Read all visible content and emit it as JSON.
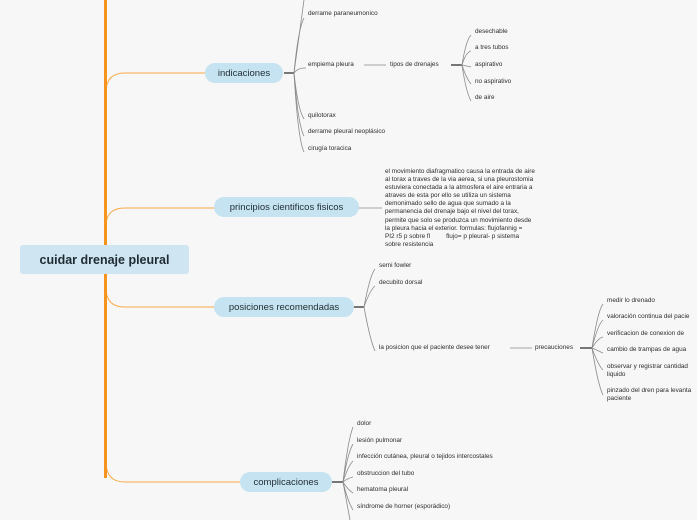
{
  "root": {
    "label": "cuidar drenaje pleural"
  },
  "indicaciones": {
    "label": "indicaciones",
    "items": [
      "derrame paraneumonico",
      "empiema pleura",
      "quilotorax",
      "derrame pleural neoplásico",
      "cirugía toracica"
    ],
    "tipos": {
      "label": "tipos de drenajes",
      "items": [
        "desechable",
        "a tres tubos",
        "aspirativo",
        "no aspirativo",
        "de aire"
      ]
    }
  },
  "principios": {
    "label": "principios cientificos fisicos",
    "text": "el movimiento diafragmatico causa la entrada de aire\nal torax a traves de la via aerea, si una pleurostomia\nestuviera conectada a la atmosfera el aire entraria a\natraves de esta por ello se utiliza un sistema\ndemonimado sello de agua que sumado a la\npermanencia del drenaje bajo el nivel del torax,\npermite que solo se produzca un movimiento desde\nla pleura hacia el exterior. formulas: flujofannig =\nPI2 r5 p sobre fl         flujo= p pleural- p sistema\nsobre resistencia"
  },
  "posiciones": {
    "label": "posiciones recomendadas",
    "items": [
      "semi fowler",
      "decubito dorsal",
      "la posicion que el paciente desee tener"
    ],
    "precauciones": {
      "label": "precauciones",
      "items": [
        "medir lo drenado",
        "valoración continua del pacie",
        "verificacion de conexion de",
        "cambio de trampas de agua",
        "observar y registrar cantidad\nliquido",
        "pinzado del dren para levanta\npaciente"
      ]
    }
  },
  "complicaciones": {
    "label": "complicaciones",
    "items": [
      "dolor",
      "lesión pulmonar",
      "infección cutánea, pleural o tejidos intercostales",
      "obstruccion del tubo",
      "hematoma pleural",
      "síndrome de horner (esporádico)"
    ]
  },
  "colors": {
    "trunk": "#f7941d",
    "link": "#888888",
    "node": "#c5e3f0"
  }
}
